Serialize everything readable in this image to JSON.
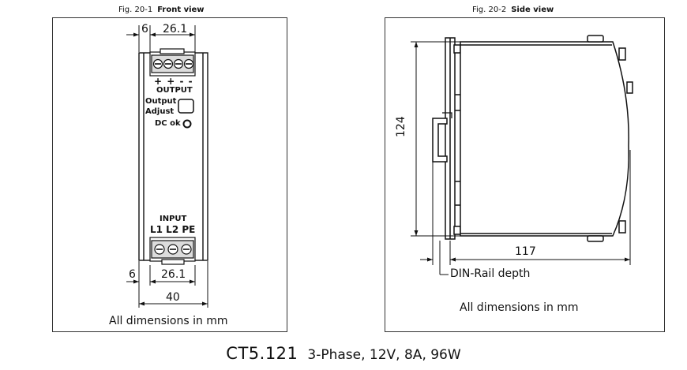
{
  "front": {
    "fig_number": "Fig. 20-1",
    "fig_title": "Front view",
    "dim_top_small": "6",
    "dim_top_width": "26.1",
    "output_polarity": "+ + - -",
    "output_label": "OUTPUT",
    "adjust_label_1": "Output",
    "adjust_label_2": "Adjust",
    "dc_ok_label": "DC ok",
    "input_label": "INPUT",
    "input_terminals": "L1 L2 PE",
    "dim_bottom_small": "6",
    "dim_bottom_width": "26.1",
    "dim_total_width": "40",
    "footnote": "All dimensions in mm"
  },
  "side": {
    "fig_number": "Fig. 20-2",
    "fig_title": "Side view",
    "dim_height": "124",
    "dim_depth": "117",
    "din_rail_label": "DIN-Rail depth",
    "footnote": "All dimensions in mm"
  },
  "product": {
    "model": "CT5.121",
    "spec": "3-Phase, 12V, 8A, 96W"
  }
}
